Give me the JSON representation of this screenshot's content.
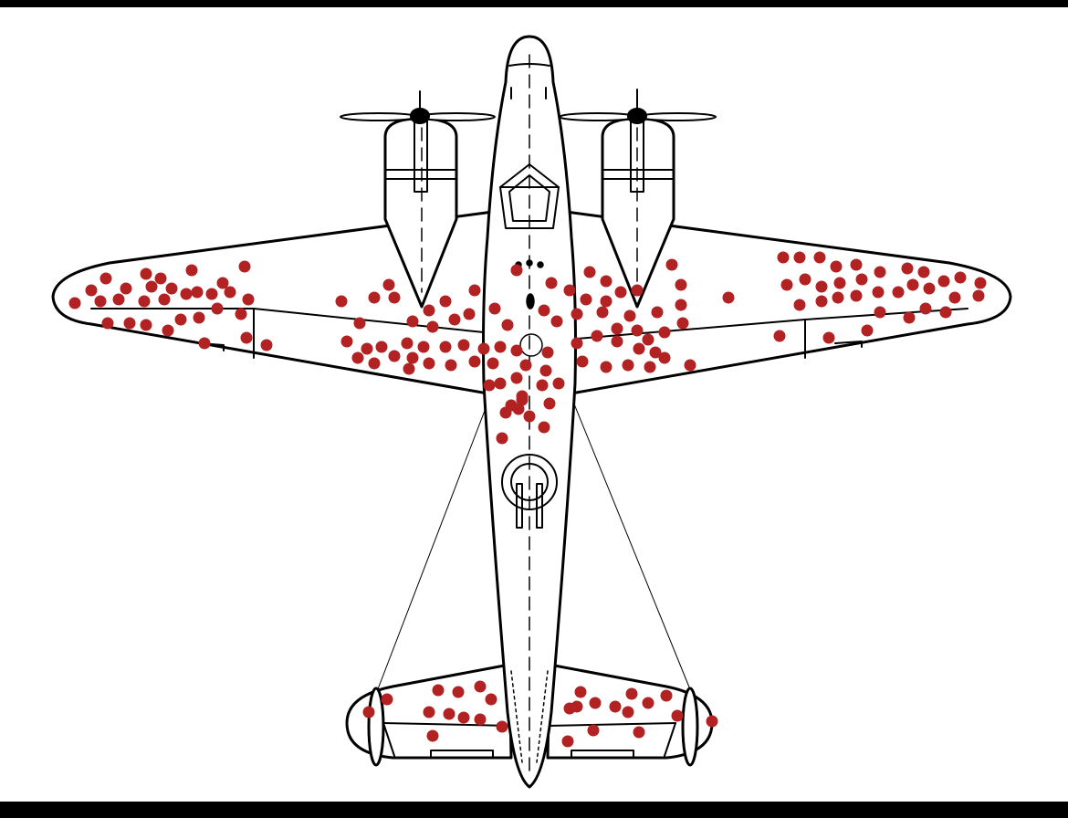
{
  "diagram": {
    "subject": "aircraft-top-view",
    "colors": {
      "background": "#000000",
      "panel": "#ffffff",
      "outline": "#000000",
      "hit": "#b22222"
    },
    "hit_regions": [
      {
        "region": "left-wing"
      },
      {
        "region": "right-wing"
      },
      {
        "region": "fuselage"
      },
      {
        "region": "left-tailplane"
      },
      {
        "region": "right-tailplane"
      }
    ]
  }
}
